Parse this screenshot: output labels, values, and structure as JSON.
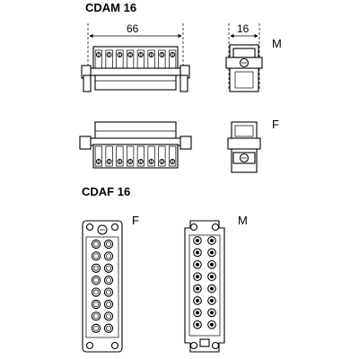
{
  "sections": {
    "cdam": {
      "title": "CDAM 16",
      "dimension_width": "66",
      "dimension_depth": "16",
      "view_male": "M",
      "view_female": "F"
    },
    "cdaf": {
      "title": "CDAF 16",
      "view_female": "F",
      "view_male": "M"
    }
  },
  "contacts": {
    "per_insert": 16,
    "columns": 2,
    "rows": 8
  },
  "colors": {
    "line": "#000000",
    "background": "#ffffff"
  }
}
